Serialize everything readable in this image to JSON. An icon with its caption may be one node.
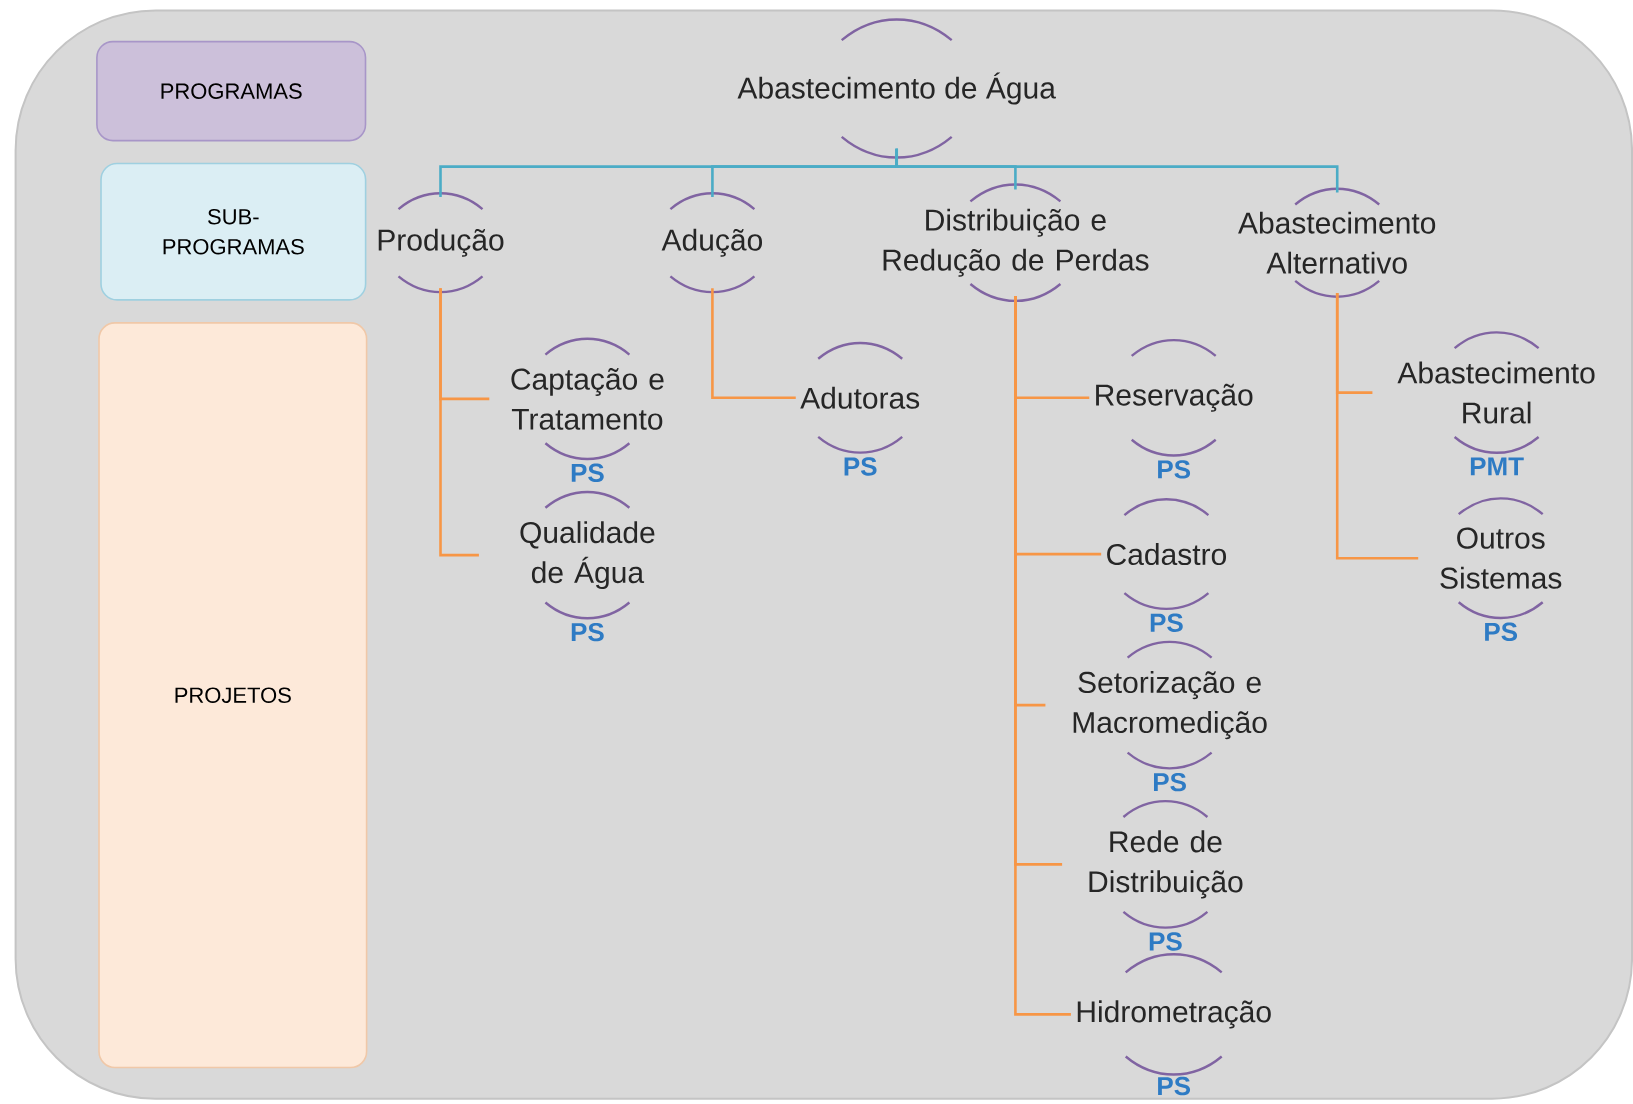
{
  "diagram": {
    "nodes": [
      {
        "text": [
          "PROGRAMAS"
        ]
      },
      {
        "text": [
          "SUB- PROGRAMAS"
        ]
      },
      {
        "text": [
          "PROJETOS"
        ]
      },
      {
        "text": [
          "Abastecimento de Água"
        ]
      },
      {
        "text": [
          "Produção"
        ]
      },
      {
        "text": [
          "Adução"
        ]
      },
      {
        "text": [
          "Distribuição e Redução de Perdas"
        ]
      },
      {
        "text": [
          "Abastecimento Alternativo"
        ]
      },
      {
        "text": [
          "Captação e Tratamento"
        ],
        "beside": [
          "PS"
        ]
      },
      {
        "text": [
          "Qualidade de Água"
        ],
        "beside": [
          "PS"
        ]
      },
      {
        "text": [
          "Adutoras"
        ],
        "beside": [
          "PS"
        ]
      },
      {
        "text": [
          "Reservação"
        ],
        "beside": [
          "PS"
        ]
      },
      {
        "text": [
          "Cadastro"
        ],
        "beside": [
          "PS"
        ]
      },
      {
        "text": [
          "Setorização e Macromedição"
        ],
        "beside": [
          "PS"
        ]
      },
      {
        "text": [
          "Rede de Distribuição"
        ],
        "beside": [
          "PS"
        ]
      },
      {
        "text": [
          "Hidrometração"
        ],
        "beside": [
          "PS"
        ]
      },
      {
        "text": [
          "Abastecimento Rural"
        ],
        "beside": [
          "PMT"
        ]
      },
      {
        "text": [
          "Outros Sistemas"
        ],
        "beside": [
          "PS"
        ]
      }
    ],
    "edges": [
      {
        "from": 3,
        "to": 4,
        "arrow": "none",
        "color": "#4bacc6"
      },
      {
        "from": 3,
        "to": 5,
        "arrow": "none",
        "color": "#4bacc6"
      },
      {
        "from": 3,
        "to": 6,
        "arrow": "none",
        "color": "#4bacc6"
      },
      {
        "from": 3,
        "to": 7,
        "arrow": "none",
        "color": "#4bacc6"
      },
      {
        "from": 4,
        "to": 8,
        "arrow": "none"
      },
      {
        "from": 4,
        "to": 9,
        "arrow": "none"
      },
      {
        "from": 5,
        "to": 10,
        "arrow": "none"
      },
      {
        "from": 6,
        "to": 11,
        "arrow": "none"
      },
      {
        "from": 6,
        "to": 12,
        "arrow": "none"
      },
      {
        "from": 6,
        "to": 13,
        "arrow": "none"
      },
      {
        "from": 6,
        "to": 14,
        "arrow": "none"
      },
      {
        "from": 6,
        "to": 15,
        "arrow": "none"
      },
      {
        "from": 7,
        "to": 16,
        "arrow": "none"
      },
      {
        "from": 7,
        "to": 17,
        "arrow": "none"
      }
    ]
  }
}
